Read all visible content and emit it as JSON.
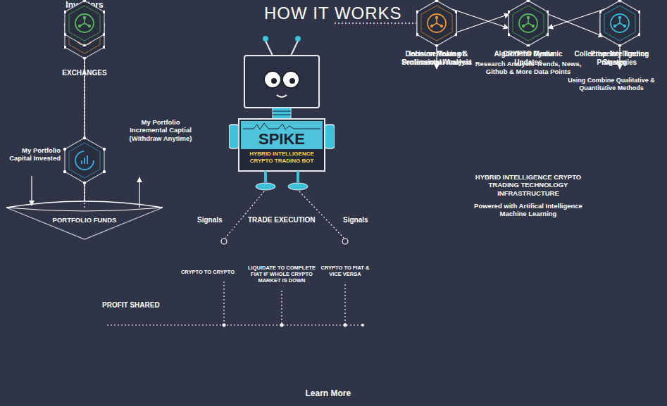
{
  "diagram": {
    "title": "HOW IT WORKS",
    "nodes": [
      {
        "text": [
          "Investors"
        ]
      },
      {
        "text": [
          "PORTFOLIO FUNDS"
        ]
      },
      {
        "text": [
          "EXCHANGES"
        ]
      },
      {
        "text": [
          "SPIKE",
          "HYBRID INTELLIGENCE CRYPTO TRADING BOT"
        ]
      },
      {
        "text": [
          "Decision Making & Sentimental Analysis"
        ]
      },
      {
        "text": [
          "Algorithms Dynamic Updates"
        ]
      },
      {
        "text": [
          "Propeltry Trading Strategies"
        ]
      },
      {
        "text": [
          "Collective Intelligence Program",
          "Using Combine Qualitative & Quantitative Methods"
        ]
      },
      {
        "text": [
          "CRYPTO Media",
          "Research Analysis Trends, News, Github & More Data Points"
        ]
      },
      {
        "text": [
          "Inhouse Team of Professional Analyst"
        ]
      }
    ],
    "edges": [
      {
        "from": 0,
        "to": 1,
        "arrow": "none"
      },
      {
        "from": 1,
        "to": 2,
        "arrow": "none"
      },
      {
        "from": 3,
        "to": 4,
        "arrow": "none"
      },
      {
        "from": 4,
        "to": 5,
        "arrow": "to"
      },
      {
        "from": 6,
        "to": 5,
        "arrow": "to"
      },
      {
        "from": 7,
        "to": 6,
        "arrow": "to"
      },
      {
        "from": 8,
        "to": 7,
        "arrow": "to"
      },
      {
        "from": 9,
        "to": 8,
        "arrow": "to"
      },
      {
        "from": 9,
        "to": 4,
        "arrow": "to"
      }
    ],
    "labels": [
      "My Portfolio Capital Invested",
      "My Portfolio Incremental Captial (Withdraw Anytime)",
      "PROFIT SHARED",
      "Signals",
      "TRADE EXECUTION",
      "Signals",
      "CRYPTO TO CRYPTO",
      "LIQUIDATE TO COMPLETE FIAT IF WHOLE CRYPTO MARKET IS DOWN",
      "CRYPTO TO FIAT & VICE VERSA",
      "HYBRID INTELLIGENCE CRYPTO TRADING TECHNOLOGY INFRASTRUCTURE",
      "Powered with Artifical Intelligence Machine Learning",
      "Learn More"
    ]
  }
}
